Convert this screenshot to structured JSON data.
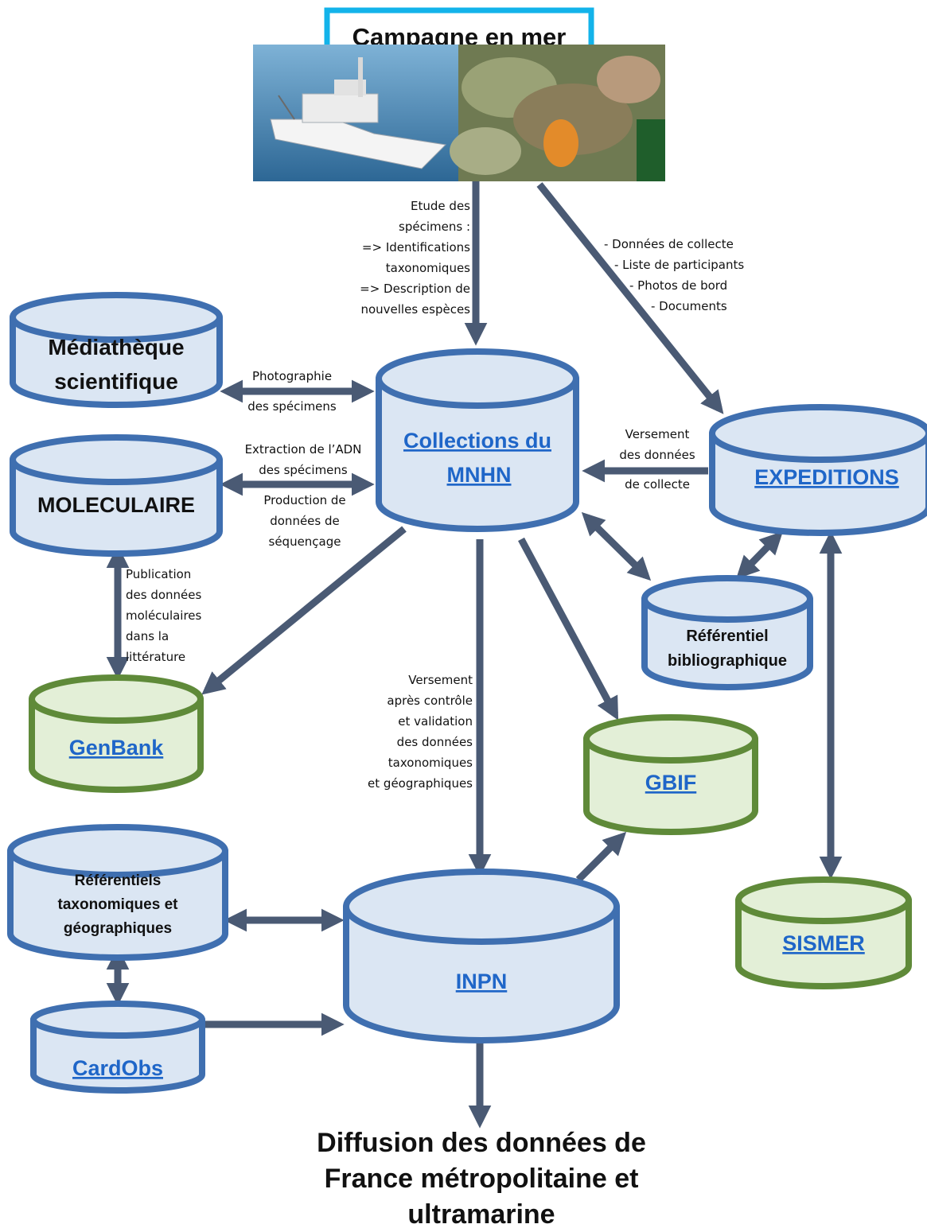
{
  "title": "Campagne en mer",
  "colors": {
    "blue_stroke": "#3f6fb0",
    "blue_fill": "#dbe6f3",
    "green_stroke": "#5f8a39",
    "green_fill": "#e3efd7",
    "arrow": "#4a5a74",
    "link": "#1f66c8",
    "title_border": "#13b3ea"
  },
  "photos": [
    "ship-photo",
    "specimen-catch-photo"
  ],
  "nodes": {
    "mediatheque": [
      "Médiathèque",
      "scientifique"
    ],
    "collections": [
      "Collections du",
      "MNHN"
    ],
    "expeditions": "EXPEDITIONS",
    "moleculaire": "MOLECULAIRE",
    "referentiel_biblio": [
      "Référentiel",
      "bibliographique"
    ],
    "genbank": "GenBank",
    "gbif": "GBIF",
    "referentiels_taxo": [
      "Référentiels",
      "taxonomiques et",
      "géographiques"
    ],
    "inpn": "INPN",
    "sismer": "SISMER",
    "cardobs": "CardObs"
  },
  "labels": {
    "etude": [
      "Etude des",
      "spécimens :",
      "=> Identifications",
      "taxonomiques",
      "=> Description de",
      "nouvelles espèces"
    ],
    "donnees_collecte": [
      "- Données de collecte",
      "- Liste de participants",
      "- Photos de bord",
      "- Documents"
    ],
    "photographie": [
      "Photographie",
      "des spécimens"
    ],
    "extraction": [
      "Extraction de l’ADN",
      "des spécimens"
    ],
    "production": [
      "Production de",
      "données de",
      "séquençage"
    ],
    "versement_collecte": [
      "Versement",
      "des données",
      "de collecte"
    ],
    "publication": [
      "Publication",
      "des données",
      "moléculaires",
      "dans la",
      "littérature"
    ],
    "versement_inpn": [
      "Versement",
      "après contrôle",
      "et validation",
      "des données",
      "taxonomiques",
      "et géographiques"
    ]
  },
  "footer": [
    "Diffusion des données de",
    "France métropolitaine et",
    "ultramarine"
  ]
}
